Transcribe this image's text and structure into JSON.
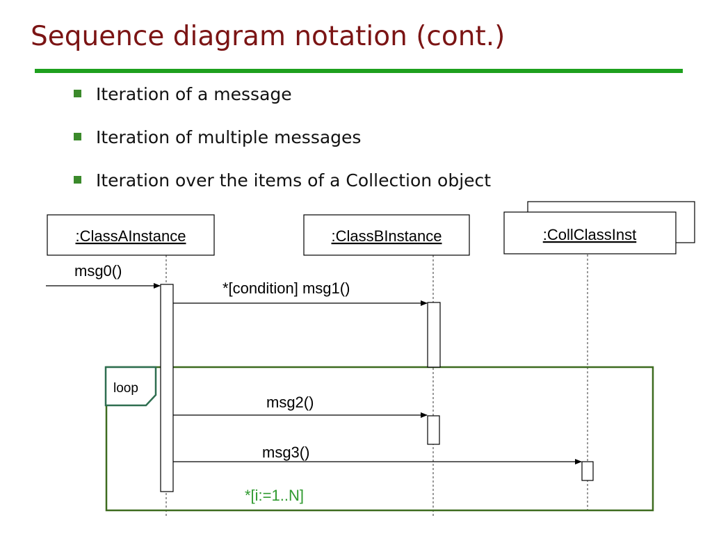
{
  "title": "Sequence diagram notation (cont.)",
  "bullets": [
    "Iteration of a message",
    "Iteration of multiple messages",
    "Iteration over the items of a Collection object"
  ],
  "diagram": {
    "objects": {
      "a": ":ClassAInstance",
      "b": ":ClassBInstance",
      "coll": ":CollClassInst"
    },
    "messages": {
      "msg0": "msg0()",
      "msg1": "*[condition] msg1()",
      "msg2": "msg2()",
      "msg3": "msg3()"
    },
    "fragment": {
      "operator": "loop",
      "guard": "*[i:=1..N]"
    },
    "colors": {
      "title": "#7b1414",
      "rule": "#1ea01e",
      "bullet": "#3b8a2b",
      "fragment_border": "#3d6b1f",
      "fragment_tab": "#2e6e50",
      "guard_text": "#2f9a2f"
    }
  }
}
